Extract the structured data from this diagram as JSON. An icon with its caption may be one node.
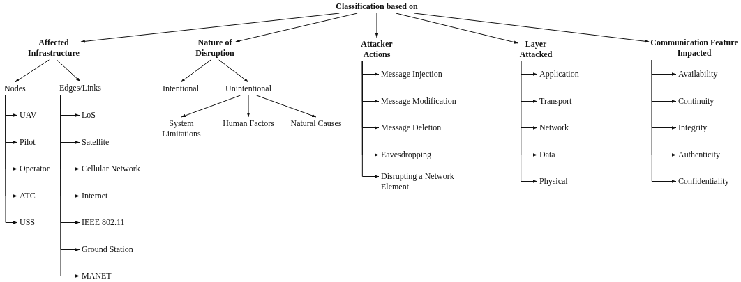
{
  "diagram": {
    "nodes": [
      {
        "text": [
          "Classification based on"
        ]
      },
      {
        "text": [
          "Affected Infrastructure"
        ]
      },
      {
        "text": [
          "Nodes"
        ]
      },
      {
        "text": [
          "UAV"
        ]
      },
      {
        "text": [
          "Pilot"
        ]
      },
      {
        "text": [
          "Operator"
        ]
      },
      {
        "text": [
          "ATC"
        ]
      },
      {
        "text": [
          "USS"
        ]
      },
      {
        "text": [
          "Edges/Links"
        ]
      },
      {
        "text": [
          "LoS"
        ]
      },
      {
        "text": [
          "Satellite"
        ]
      },
      {
        "text": [
          "Cellular Network"
        ]
      },
      {
        "text": [
          "Internet"
        ]
      },
      {
        "text": [
          "IEEE 802.11"
        ]
      },
      {
        "text": [
          "Ground Station"
        ]
      },
      {
        "text": [
          "MANET"
        ]
      },
      {
        "text": [
          "Nature of Disruption"
        ]
      },
      {
        "text": [
          "Intentional"
        ]
      },
      {
        "text": [
          "Unintentional"
        ]
      },
      {
        "text": [
          "System Limitations"
        ]
      },
      {
        "text": [
          "Human Factors"
        ]
      },
      {
        "text": [
          "Natural Causes"
        ]
      },
      {
        "text": [
          "Attacker Actions"
        ]
      },
      {
        "text": [
          "Message Injection"
        ]
      },
      {
        "text": [
          "Message Modification"
        ]
      },
      {
        "text": [
          "Message Deletion"
        ]
      },
      {
        "text": [
          "Eavesdropping"
        ]
      },
      {
        "text": [
          "Disrupting a Network Element"
        ]
      },
      {
        "text": [
          "Layer Attacked"
        ]
      },
      {
        "text": [
          "Application"
        ]
      },
      {
        "text": [
          "Transport"
        ]
      },
      {
        "text": [
          "Network"
        ]
      },
      {
        "text": [
          "Data"
        ]
      },
      {
        "text": [
          "Physical"
        ]
      },
      {
        "text": [
          "Communication Feature Impacted"
        ]
      },
      {
        "text": [
          "Availability"
        ]
      },
      {
        "text": [
          "Continuity"
        ]
      },
      {
        "text": [
          "Integrity"
        ]
      },
      {
        "text": [
          "Authenticity"
        ]
      },
      {
        "text": [
          "Confidentiality"
        ]
      }
    ],
    "edges": [
      {
        "from": 0,
        "to": 1,
        "arrow": "to"
      },
      {
        "from": 0,
        "to": 16,
        "arrow": "to"
      },
      {
        "from": 0,
        "to": 22,
        "arrow": "to"
      },
      {
        "from": 0,
        "to": 28,
        "arrow": "to"
      },
      {
        "from": 0,
        "to": 34,
        "arrow": "to"
      },
      {
        "from": 1,
        "to": 2,
        "arrow": "to"
      },
      {
        "from": 1,
        "to": 8,
        "arrow": "to"
      },
      {
        "from": 2,
        "to": 3,
        "arrow": "to"
      },
      {
        "from": 2,
        "to": 4,
        "arrow": "to"
      },
      {
        "from": 2,
        "to": 5,
        "arrow": "to"
      },
      {
        "from": 2,
        "to": 6,
        "arrow": "to"
      },
      {
        "from": 2,
        "to": 7,
        "arrow": "to"
      },
      {
        "from": 8,
        "to": 9,
        "arrow": "to"
      },
      {
        "from": 8,
        "to": 10,
        "arrow": "to"
      },
      {
        "from": 8,
        "to": 11,
        "arrow": "to"
      },
      {
        "from": 8,
        "to": 12,
        "arrow": "to"
      },
      {
        "from": 8,
        "to": 13,
        "arrow": "to"
      },
      {
        "from": 8,
        "to": 14,
        "arrow": "to"
      },
      {
        "from": 8,
        "to": 15,
        "arrow": "to"
      },
      {
        "from": 16,
        "to": 17,
        "arrow": "to"
      },
      {
        "from": 16,
        "to": 18,
        "arrow": "to"
      },
      {
        "from": 18,
        "to": 19,
        "arrow": "to"
      },
      {
        "from": 18,
        "to": 20,
        "arrow": "to"
      },
      {
        "from": 18,
        "to": 21,
        "arrow": "to"
      },
      {
        "from": 22,
        "to": 23,
        "arrow": "to"
      },
      {
        "from": 22,
        "to": 24,
        "arrow": "to"
      },
      {
        "from": 22,
        "to": 25,
        "arrow": "to"
      },
      {
        "from": 22,
        "to": 26,
        "arrow": "to"
      },
      {
        "from": 22,
        "to": 27,
        "arrow": "to"
      },
      {
        "from": 28,
        "to": 29,
        "arrow": "to"
      },
      {
        "from": 28,
        "to": 30,
        "arrow": "to"
      },
      {
        "from": 28,
        "to": 31,
        "arrow": "to"
      },
      {
        "from": 28,
        "to": 32,
        "arrow": "to"
      },
      {
        "from": 28,
        "to": 33,
        "arrow": "to"
      },
      {
        "from": 34,
        "to": 35,
        "arrow": "to"
      },
      {
        "from": 34,
        "to": 36,
        "arrow": "to"
      },
      {
        "from": 34,
        "to": 37,
        "arrow": "to"
      },
      {
        "from": 34,
        "to": 38,
        "arrow": "to"
      },
      {
        "from": 34,
        "to": 39,
        "arrow": "to"
      }
    ]
  }
}
